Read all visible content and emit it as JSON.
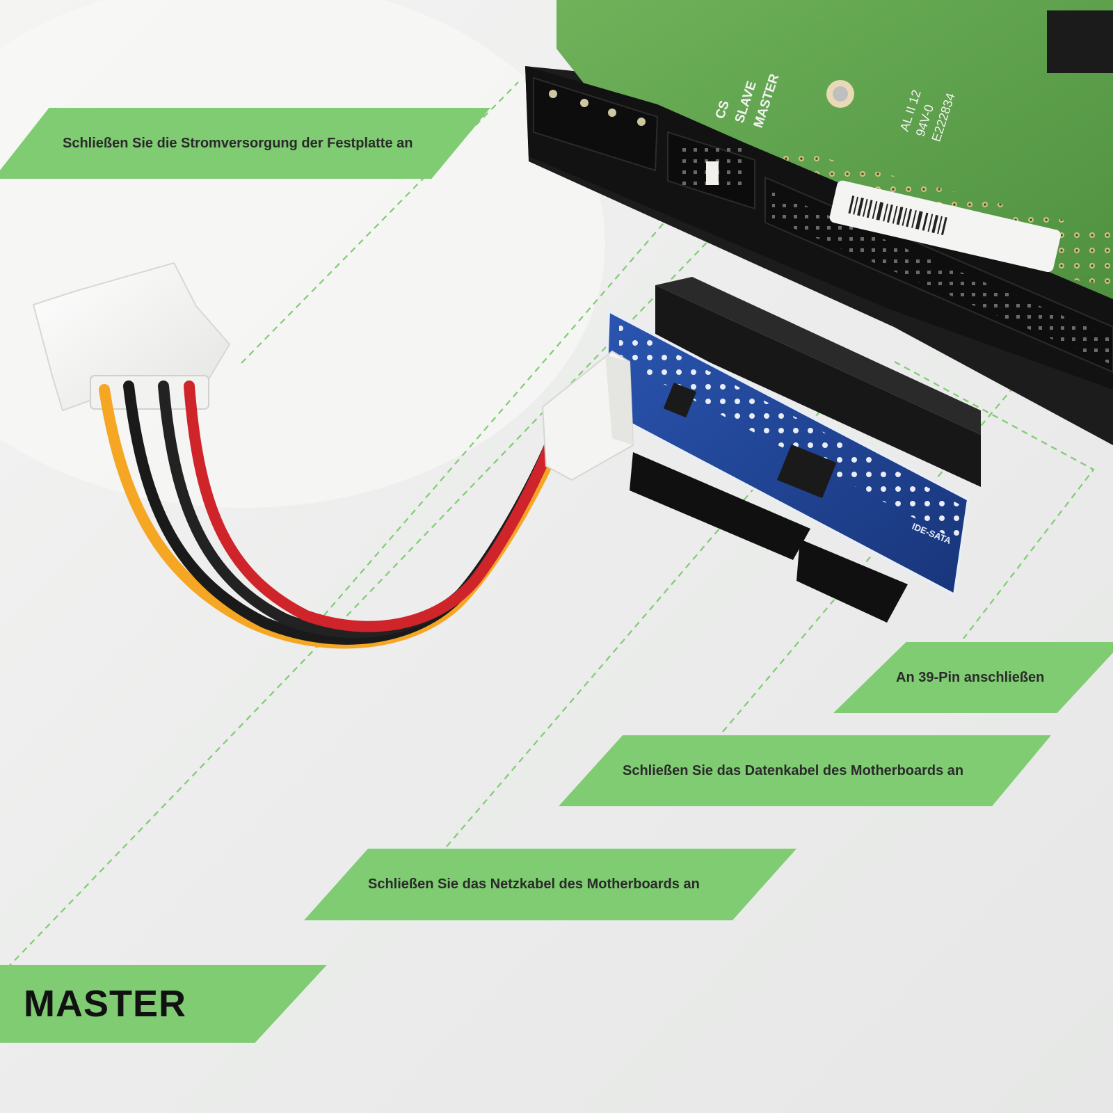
{
  "labels": {
    "power_hdd": "Schließen Sie die Stromversorgung der Festplatte an",
    "pin39": "An 39-Pin anschließen",
    "data_cable": "Schließen Sie das Datenkabel des Motherboards an",
    "power_cable": "Schließen Sie das Netzkabel des Motherboards an",
    "mode": "MASTER"
  },
  "hdd_silkscreen": {
    "cs": "CS",
    "slave": "SLAVE",
    "master": "MASTER",
    "board_marks": [
      "AL II 12",
      "94V-0",
      "E222834"
    ]
  },
  "adapter_marking": "IDE-SATA",
  "colors": {
    "banner": "#7fcc72",
    "guide_line": "#7fcc72",
    "pcb_green": "#5ea04c",
    "adapter_blue": "#1f3f8a",
    "wire_yellow": "#f5a623",
    "wire_black": "#1a1a1a",
    "wire_red": "#d0242b"
  }
}
